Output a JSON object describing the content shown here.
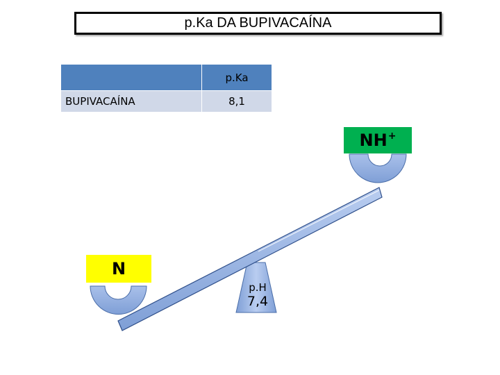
{
  "title": "p.Ka DA BUPIVACAÍNA",
  "table": {
    "header_empty": "",
    "header_pka": "p.Ka",
    "rows": [
      {
        "name": "BUPIVACAÍNA",
        "value": "8,1"
      }
    ]
  },
  "labels": {
    "nh_base": "NH",
    "nh_charge": "+",
    "n": "N"
  },
  "fulcrum": {
    "ph_label": "p.H",
    "ph_value": "7,4"
  },
  "colors": {
    "table_header": "#4f81bd",
    "table_row": "#d0d8e8",
    "nh_box": "#00b050",
    "n_box": "#ffff00",
    "seesaw": "#8eaadb",
    "cup": "#8eaadb"
  }
}
